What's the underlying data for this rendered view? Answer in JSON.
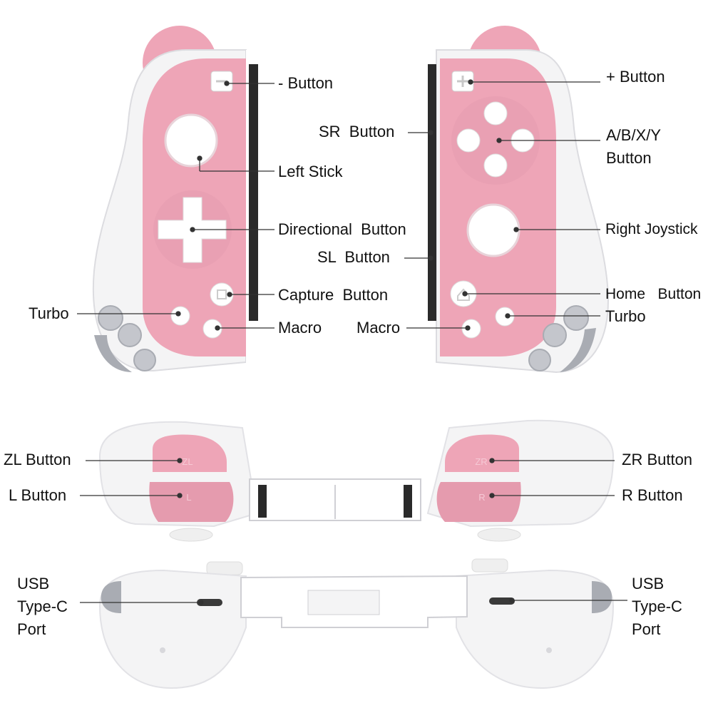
{
  "colors": {
    "pink": "#eea5b7",
    "pink_dark": "#e08fa3",
    "shell": "#f4f4f5",
    "shell_shadow": "#dcdce0",
    "grey_accent": "#a9acb3",
    "rail": "#2a2a2a",
    "leader": "#333333"
  },
  "labels": {
    "minus_button": "- Button",
    "left_stick": "Left Stick",
    "directional_button": "Directional  Button",
    "capture_button": "Capture  Button",
    "macro_left": "Macro",
    "turbo_left": "Turbo",
    "sr_button": "SR  Button",
    "sl_button": "SL  Button",
    "macro_right": "Macro",
    "plus_button": "+ Button",
    "abxy_button": "A/B/X/Y\nButton",
    "right_joystick": "Right Joystick",
    "home_button": "Home   Button",
    "turbo_right": "Turbo",
    "zl_button": "ZL Button",
    "l_button": "L Button",
    "zr_button": "ZR Button",
    "r_button": "R Button",
    "usb_left": "USB\nType-C\nPort",
    "usb_right": "USB\nType-C\nPort"
  },
  "button_marks": {
    "zl": "ZL",
    "l": "L",
    "zr": "ZR",
    "r": "R"
  },
  "icons": [
    "minus-icon",
    "plus-icon",
    "home-icon",
    "capture-icon",
    "usb-c-port-icon"
  ]
}
